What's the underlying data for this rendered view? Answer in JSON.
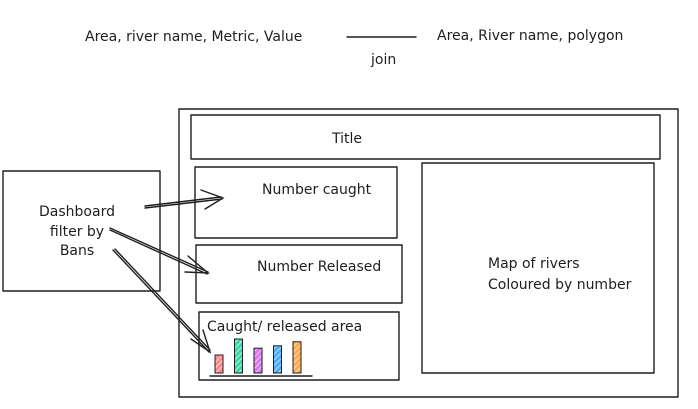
{
  "join_note": {
    "left_fields": "Area, river name, Metric, Value",
    "right_fields": "Area, River name, polygon",
    "connector_label": "join"
  },
  "filter_note": {
    "lines": [
      "Dashboard",
      "filter by",
      "Bans"
    ]
  },
  "dashboard": {
    "title": "Title",
    "number_caught_label": "Number caught",
    "number_released_label": "Number Released",
    "area_chart_label": "Caught/ released area",
    "map_lines": [
      "Map of rivers",
      "Coloured by number"
    ]
  },
  "mini_chart": {
    "bar_colors": [
      "#ff8787",
      "#38d9a9",
      "#da77f2",
      "#4dabf7",
      "#ffa94d"
    ],
    "values": [
      0.45,
      0.85,
      0.62,
      0.68,
      0.78
    ]
  }
}
